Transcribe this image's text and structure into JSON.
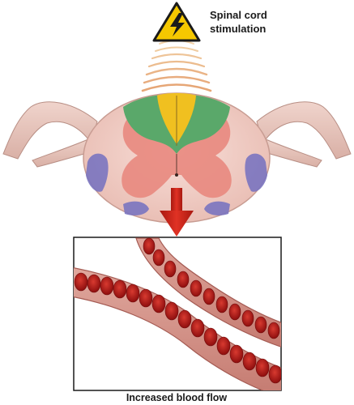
{
  "labels": {
    "stimulation_line1": "Spinal cord",
    "stimulation_line2": "stimulation",
    "caption": "Increased blood flow"
  },
  "icons": {
    "warning": "high-voltage-warning-icon"
  },
  "colors": {
    "warning_yellow": "#f5c800",
    "arrow_red": "#d42a1e",
    "nerve_root": "#e8c8c0",
    "cord_body": "#f2d0c8",
    "gray_matter": "#e88a80",
    "dorsal_column_green": "#5aa86a",
    "dorsal_horn_yellow": "#f0c020",
    "tract_blue": "#7a74c0",
    "blood_cell": "#b21818",
    "vessel_wall": "#c88078"
  }
}
